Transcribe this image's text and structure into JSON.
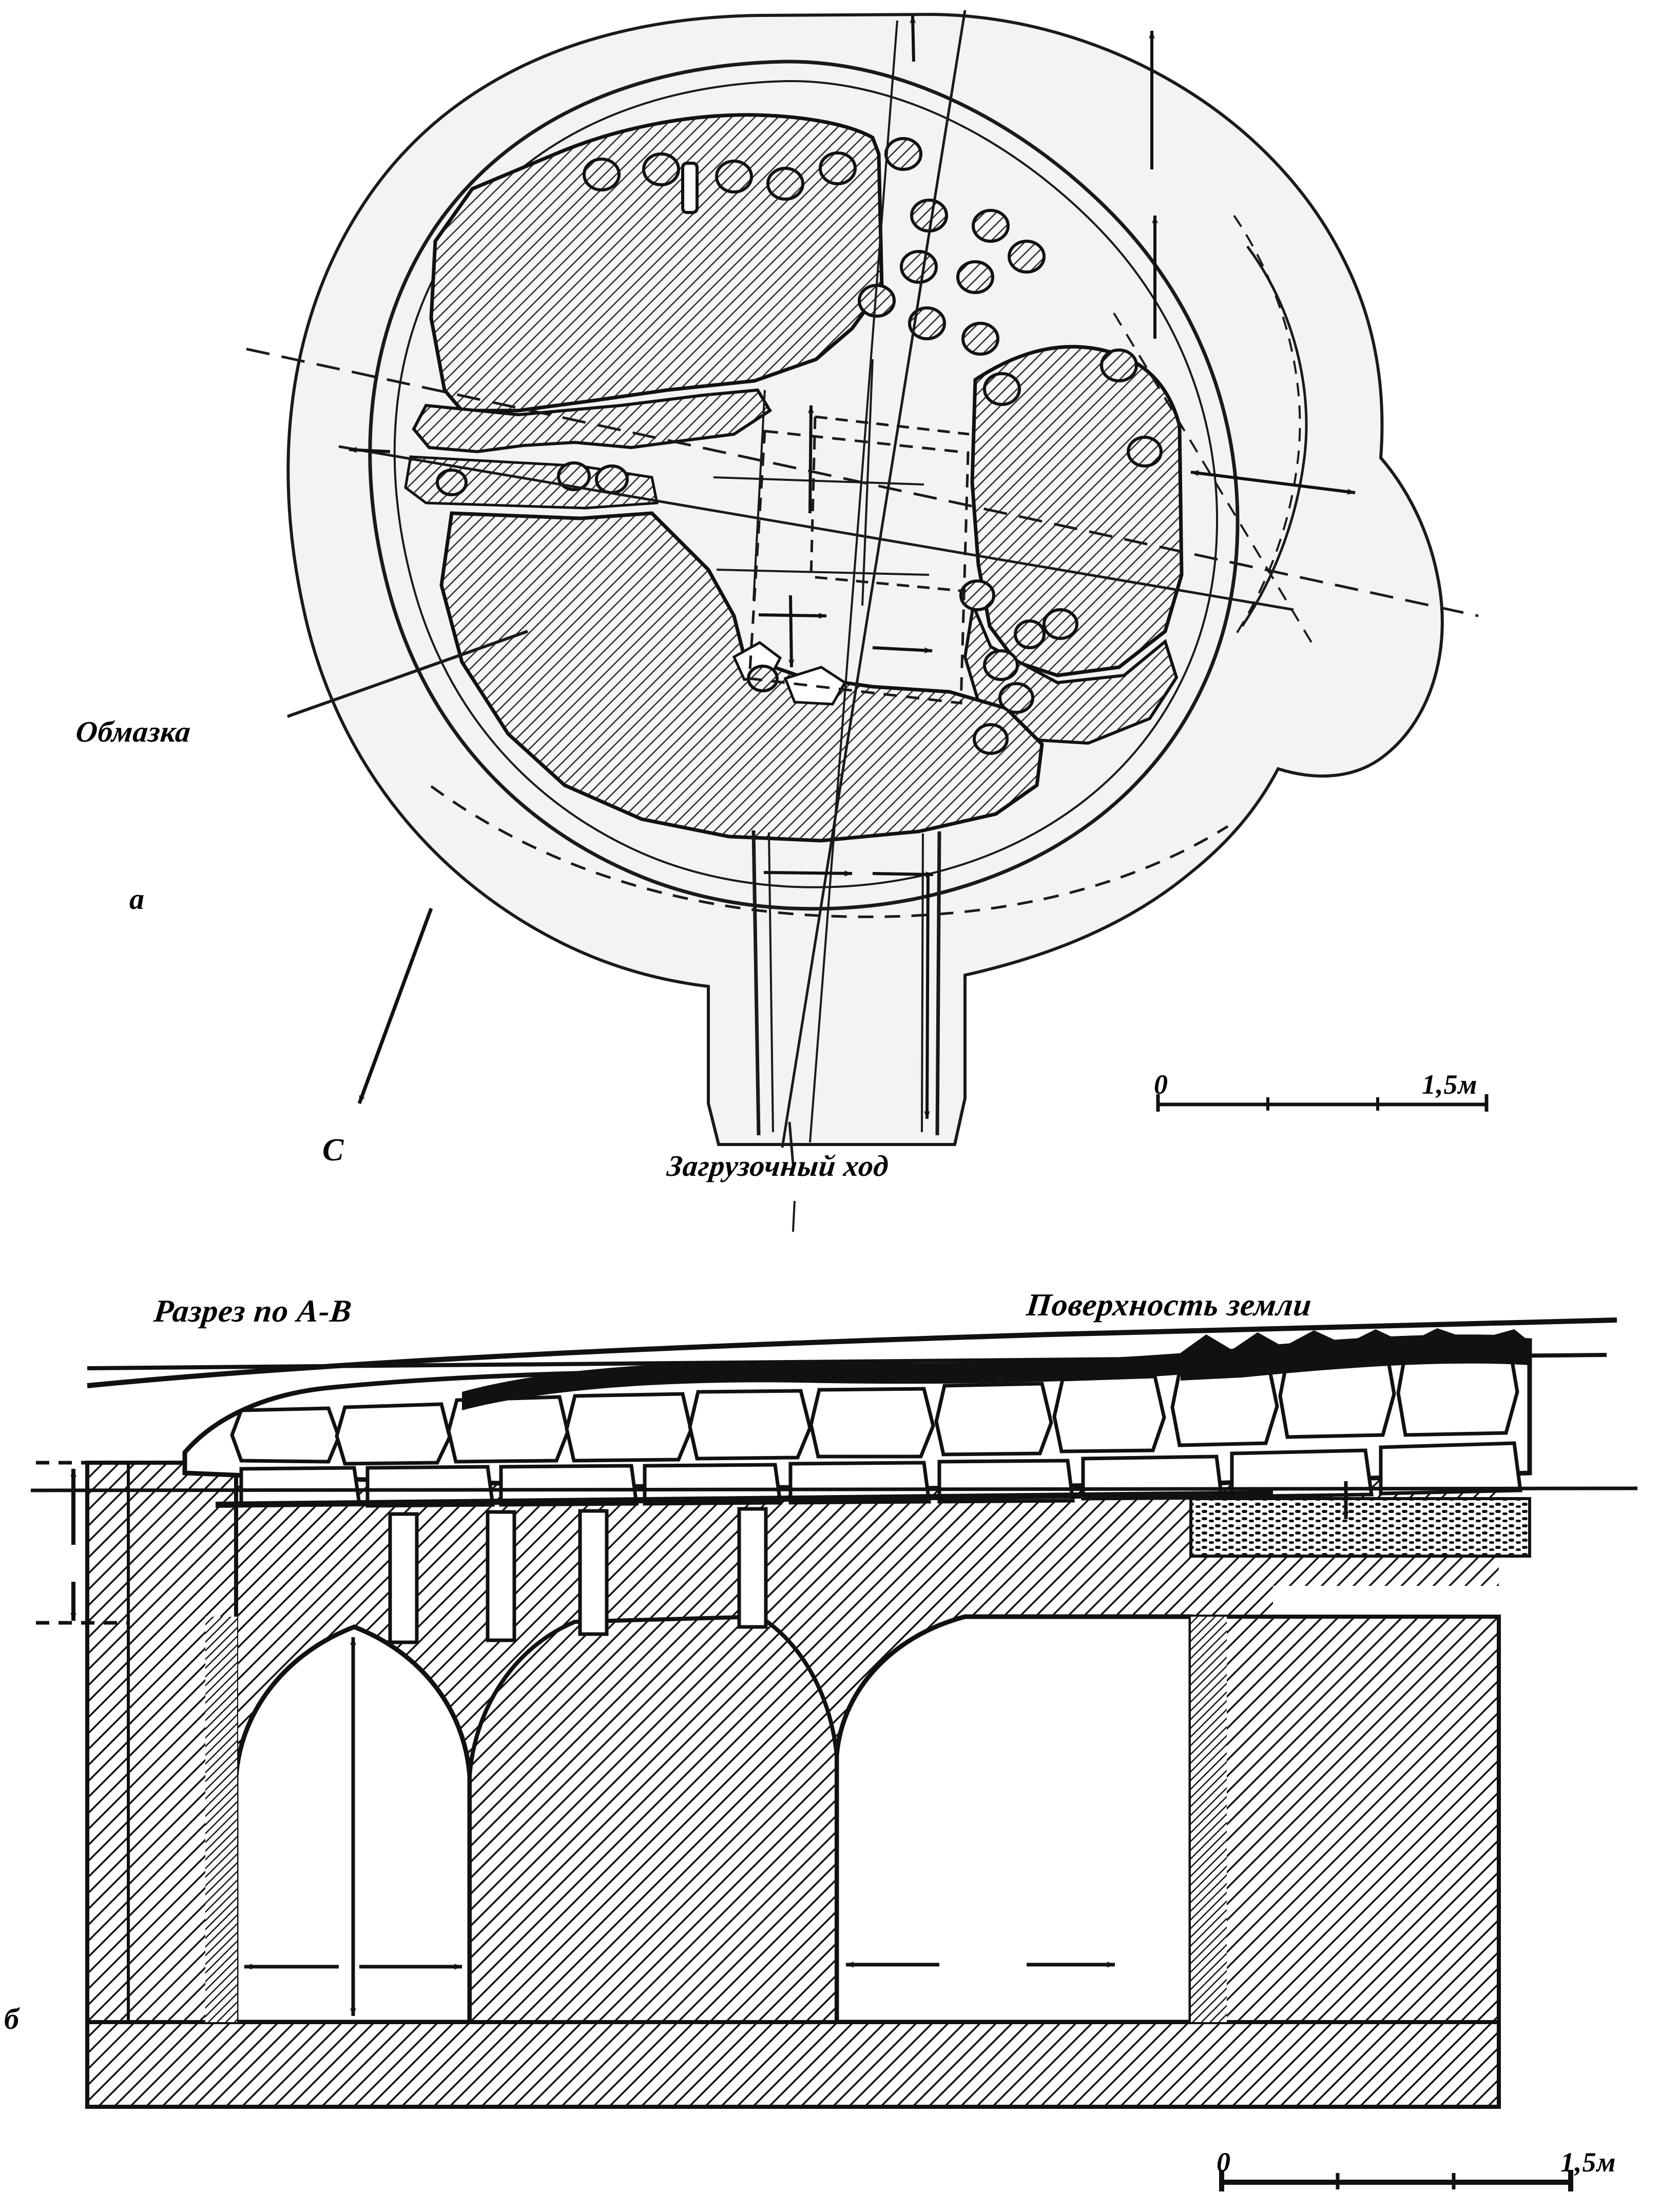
{
  "figure": {
    "type": "archaeological-technical-drawing",
    "subject": "pottery kiln excavation plan and cross-section",
    "language": "ru"
  },
  "panels": [
    {
      "id": "a",
      "label": "а",
      "kind": "plan-view"
    },
    {
      "id": "b",
      "label": "б",
      "kind": "cross-section"
    }
  ],
  "plan": {
    "panel_label": "а",
    "annotations": {
      "obmazka": "Обмазка",
      "loading_passage": "Загрузочный ход"
    },
    "north_arrow": {
      "label": "С",
      "direction": "down-left"
    },
    "scale": {
      "zero": "0",
      "max": "1,5м",
      "ticks": 3
    }
  },
  "section": {
    "panel_label": "б",
    "titles": {
      "section_title": "Разрез по А-В",
      "ground_surface": "Поверхность земли"
    },
    "scale": {
      "zero": "0",
      "max": "1,5м",
      "ticks": 3
    }
  },
  "colors": {
    "ink": "#1a1a1a",
    "paper": "#ffffff",
    "hatch": "#2b2b2b",
    "light_fill": "#f2f2f0"
  }
}
